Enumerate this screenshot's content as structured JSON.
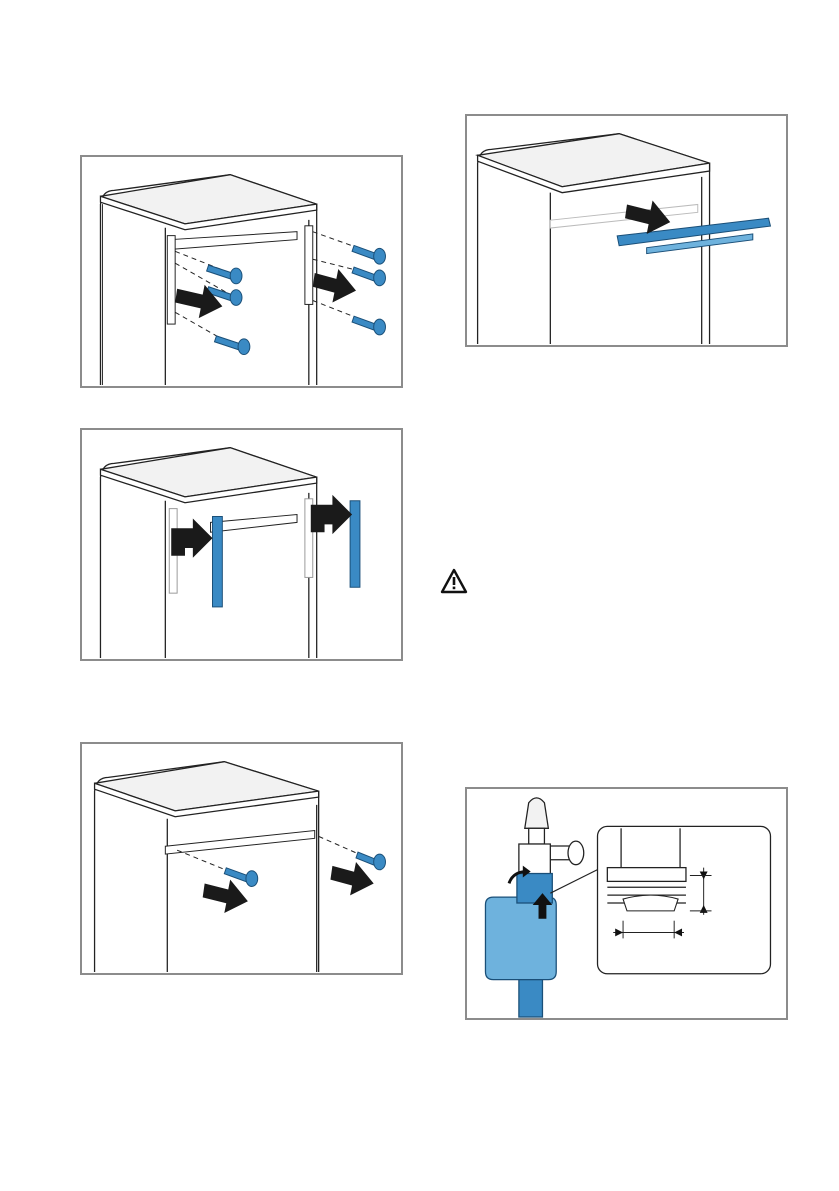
{
  "colors": {
    "frame": "#8c8c8c",
    "part_blue": "#3a8ac4",
    "part_blue_light": "#6eb2dd",
    "arrow": "#1a1a1a",
    "line": "#222222"
  },
  "figures": [
    {
      "id": "fig-1",
      "subject": "unscrew-brackets",
      "icons": [
        "screw-icon",
        "arrow-icon"
      ]
    },
    {
      "id": "fig-2",
      "subject": "remove-side-brackets",
      "icons": [
        "bracket-icon",
        "arrow-icon"
      ]
    },
    {
      "id": "fig-3",
      "subject": "unscrew-rail",
      "icons": [
        "screw-icon",
        "arrow-icon"
      ]
    },
    {
      "id": "fig-4",
      "subject": "remove-rail",
      "icons": [
        "rail-icon",
        "arrow-icon"
      ]
    },
    {
      "id": "fig-5",
      "subject": "connect-water-tap",
      "icons": [
        "tap-icon",
        "aquastop-icon",
        "thread-detail-icon"
      ]
    }
  ],
  "warning_icon": "warning-triangle-icon"
}
